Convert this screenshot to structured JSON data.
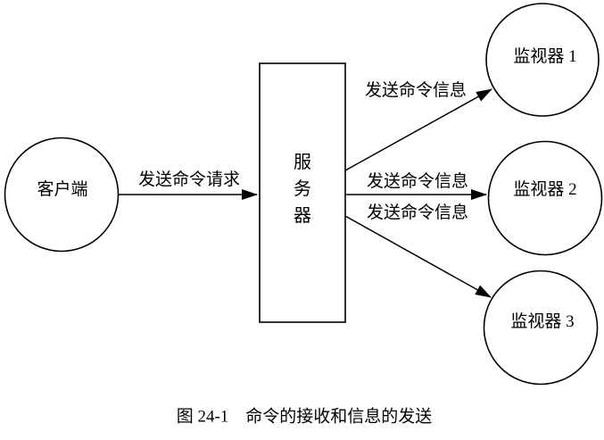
{
  "figure": {
    "client": {
      "label": "客户端"
    },
    "server": {
      "label": "服务器"
    },
    "monitors": [
      {
        "label": "监视器 1"
      },
      {
        "label": "监视器 2"
      },
      {
        "label": "监视器 3"
      }
    ],
    "arrows": {
      "request_label": "发送命令请求",
      "info_labels": [
        "发送命令信息",
        "发送命令信息",
        "发送命令信息"
      ]
    },
    "caption": "图 24-1　命令的接收和信息的发送"
  },
  "colors": {
    "stroke": "#000000",
    "background": "#ffffff"
  }
}
